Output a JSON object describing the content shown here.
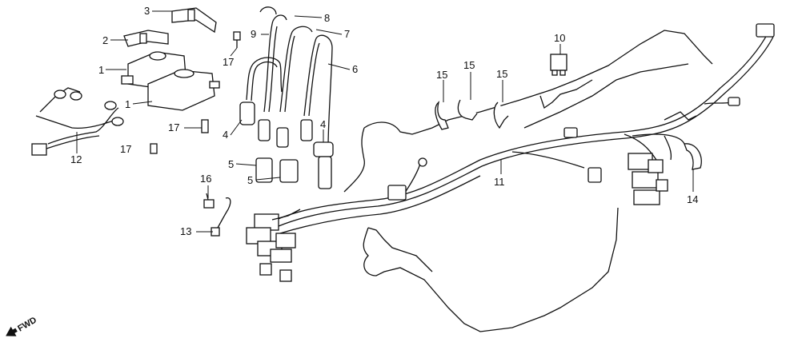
{
  "diagram": {
    "labels": [
      "1",
      "1",
      "2",
      "3",
      "4",
      "4",
      "5",
      "5",
      "6",
      "7",
      "8",
      "9",
      "10",
      "11",
      "12",
      "13",
      "14",
      "15",
      "15",
      "15",
      "16",
      "17",
      "17",
      "17"
    ],
    "direction_label": "FWD"
  }
}
